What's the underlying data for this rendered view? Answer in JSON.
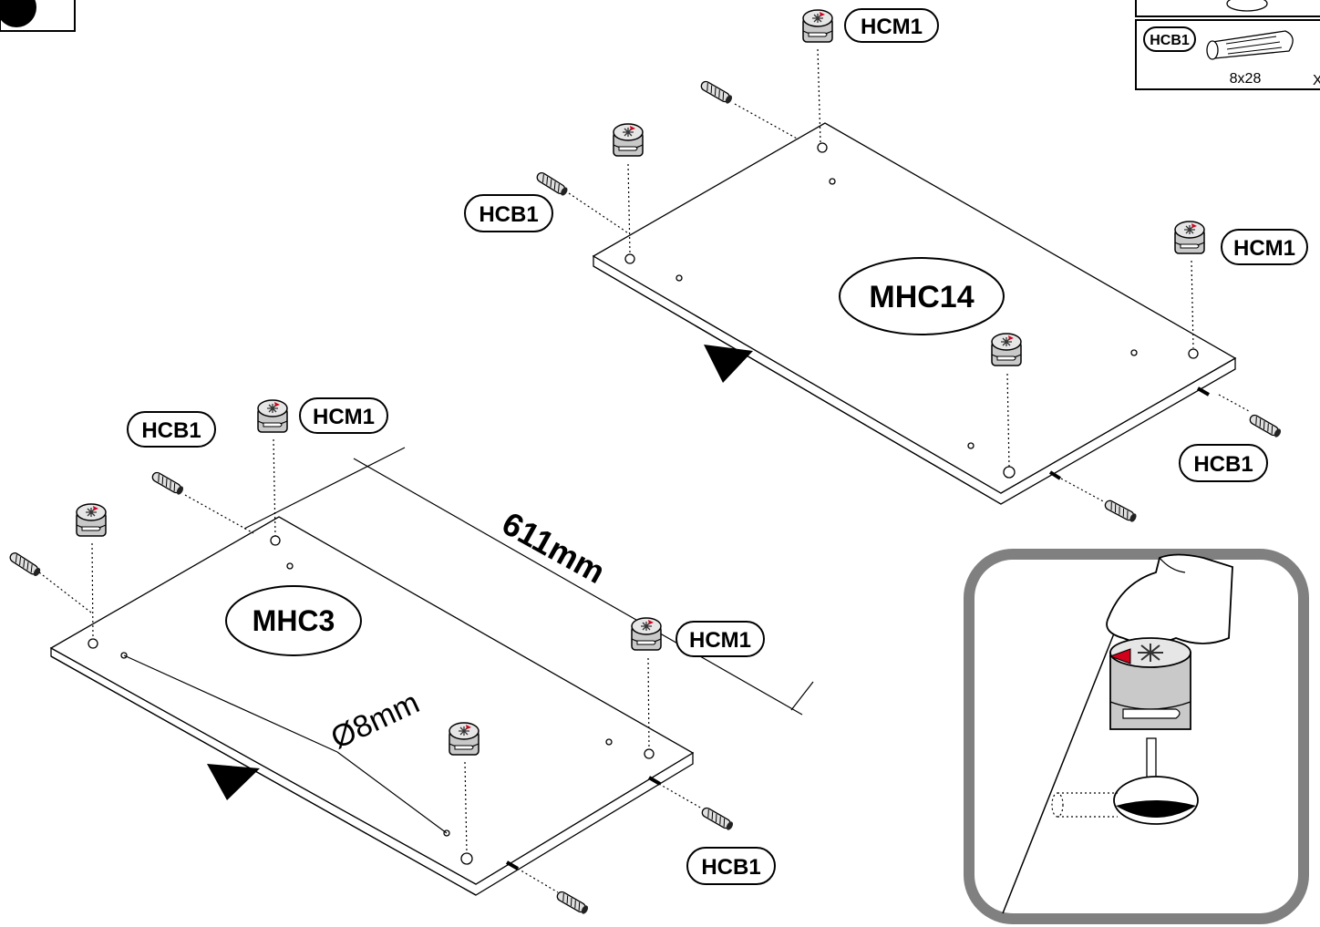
{
  "parts_box": {
    "code": "HCB1",
    "size": "8x28",
    "qty_mark": "X"
  },
  "panels": [
    {
      "code": "MHC14"
    },
    {
      "code": "MHC3"
    }
  ],
  "hardware_labels": {
    "cam": "HCM1",
    "dowel": "HCB1"
  },
  "dimensions": {
    "length": "611mm",
    "hole": "Ø8mm"
  },
  "colors": {
    "line": "#000000",
    "frame": "#808080",
    "cam_body": "#c8c8c8",
    "accent": "#d0021b"
  },
  "icons": [
    "cam-lock-icon",
    "dowel-icon",
    "orientation-arrow-icon",
    "finger-press-icon",
    "insert-arrow-icon"
  ]
}
